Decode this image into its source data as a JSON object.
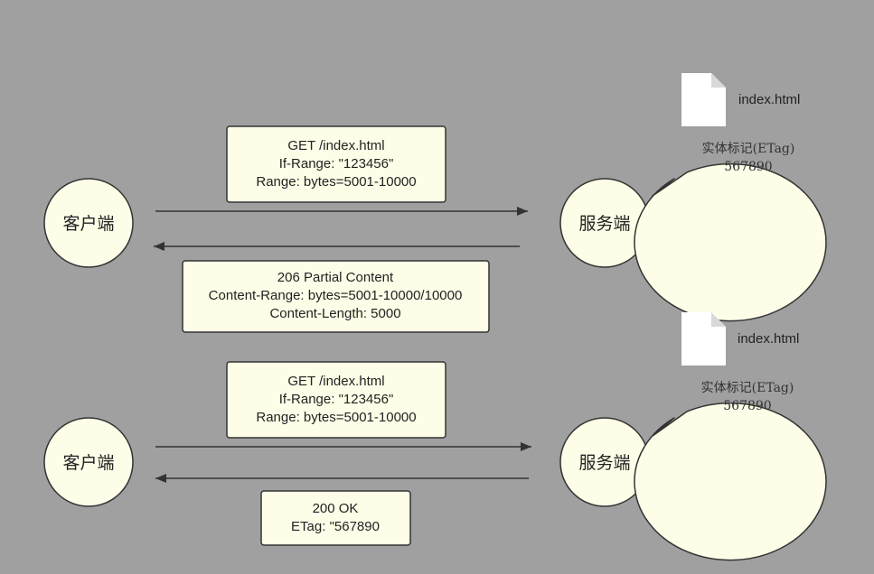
{
  "colors": {
    "background": "#a0a0a0",
    "fill": "#fefee8",
    "stroke": "#333333",
    "arrow": "#333333",
    "file_icon": "#ffffff",
    "file_fold": "#d9d9d9"
  },
  "scenario1": {
    "client_label": "客户端",
    "server_label": "服务端",
    "request_lines": [
      "GET /index.html",
      "If-Range: \"123456\"",
      "Range: bytes=5001-10000"
    ],
    "response_lines": [
      "206 Partial Content",
      "Content-Range: bytes=5001-10000/10000",
      "Content-Length: 5000"
    ],
    "bubble": {
      "filename": "index.html",
      "etag_label": "实体标记(ETag)",
      "etag_value": "567890"
    }
  },
  "scenario2": {
    "client_label": "客户端",
    "server_label": "服务端",
    "request_lines": [
      "GET /index.html",
      "If-Range: \"123456\"",
      "Range: bytes=5001-10000"
    ],
    "response_lines": [
      "200 OK",
      "ETag: \"567890"
    ],
    "bubble": {
      "filename": "index.html",
      "etag_label": "实体标记(ETag)",
      "etag_value": "567890"
    }
  }
}
